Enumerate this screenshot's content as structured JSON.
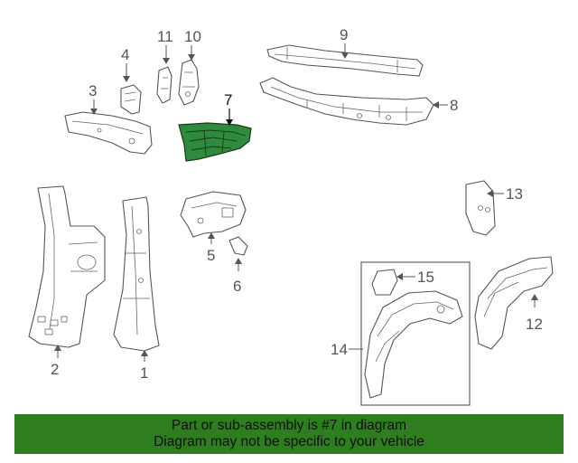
{
  "callouts": {
    "c1": "1",
    "c2": "2",
    "c3": "3",
    "c4": "4",
    "c5": "5",
    "c6": "6",
    "c7": "7",
    "c8": "8",
    "c9": "9",
    "c10": "10",
    "c11": "11",
    "c12": "12",
    "c13": "13",
    "c14": "14",
    "c15": "15"
  },
  "highlight_color": "#2e8b3e",
  "banner": {
    "color": "#2e7d1e",
    "line1": "Part or sub-assembly is #7 in diagram",
    "line2": "Diagram may not be specific to your vehicle"
  }
}
